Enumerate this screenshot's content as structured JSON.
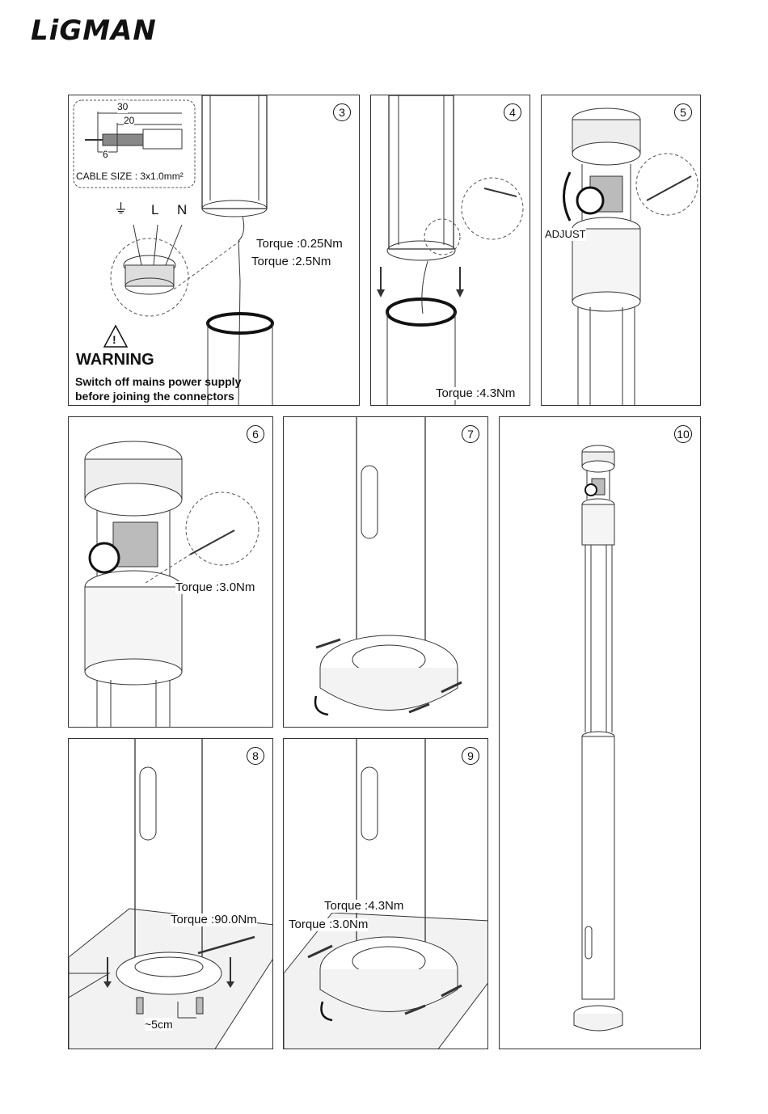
{
  "brand": {
    "logo_text": "LiGMAN"
  },
  "panels": {
    "p3": {
      "step": "3",
      "dim_30": "30",
      "dim_20": "20",
      "dim_6": "6",
      "cable_size": "CABLE SIZE : 3x1.0mm²",
      "earth_symbol": "⏚",
      "label_L": "L",
      "label_N": "N",
      "torque_a": "Torque :0.25Nm",
      "torque_b": "Torque :2.5Nm",
      "warning_sign": "!",
      "warning_title": "WARNING",
      "warning_line1": "Switch off mains power supply",
      "warning_line2": "before joining the connectors"
    },
    "p4": {
      "step": "4",
      "torque": "Torque :4.3Nm"
    },
    "p5": {
      "step": "5",
      "adjust": "ADJUST"
    },
    "p6": {
      "step": "6",
      "torque": "Torque :3.0Nm"
    },
    "p7": {
      "step": "7"
    },
    "p8": {
      "step": "8",
      "torque": "Torque :90.0Nm",
      "distance": "~5cm"
    },
    "p9": {
      "step": "9",
      "torque_a": "Torque :4.3Nm",
      "torque_b": "Torque :3.0Nm"
    },
    "p10": {
      "step": "10"
    }
  }
}
